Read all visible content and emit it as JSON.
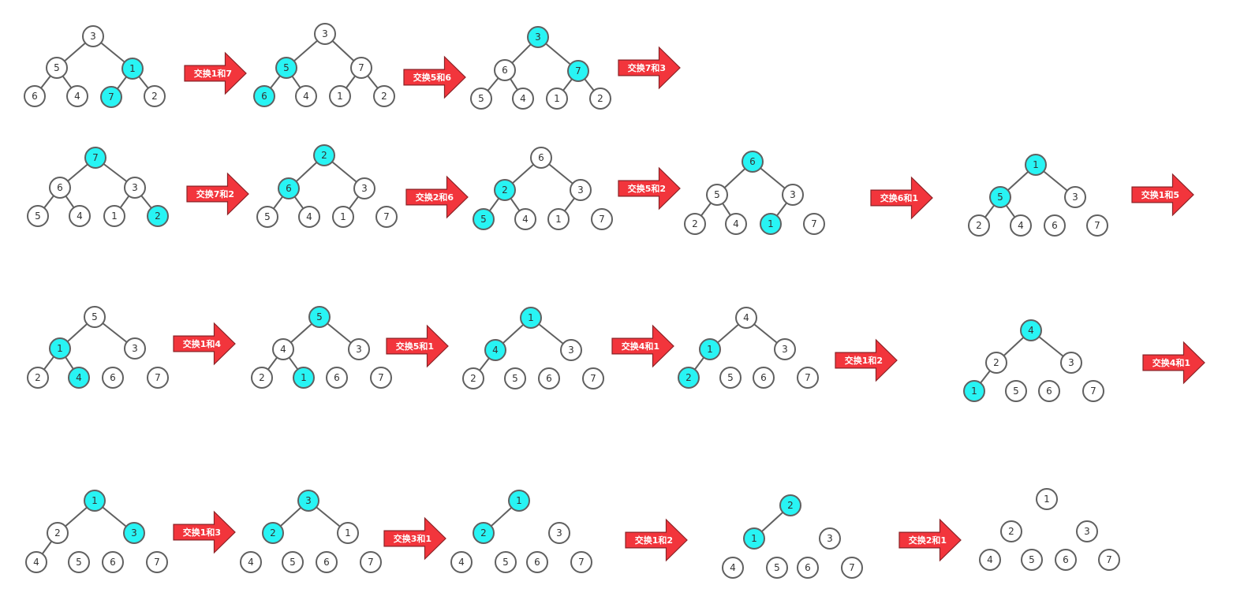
{
  "colors": {
    "highlight": "#28f4f4",
    "node_fill": "#ffffff",
    "edge": "#606060",
    "arrow_fill": "#f2353c"
  },
  "steps": [
    {
      "id": "r1-s1",
      "values": [
        "3",
        "5",
        "1",
        "6",
        "4",
        "7",
        "2"
      ],
      "highlighted": [
        2,
        5
      ],
      "edges": [
        [
          0,
          1
        ],
        [
          0,
          2
        ],
        [
          1,
          3
        ],
        [
          1,
          4
        ],
        [
          2,
          5
        ],
        [
          2,
          6
        ]
      ]
    },
    {
      "id": "r1-s2",
      "values": [
        "3",
        "5",
        "7",
        "6",
        "4",
        "1",
        "2"
      ],
      "highlighted": [
        1,
        3
      ],
      "edges": [
        [
          0,
          1
        ],
        [
          0,
          2
        ],
        [
          1,
          3
        ],
        [
          1,
          4
        ],
        [
          2,
          5
        ],
        [
          2,
          6
        ]
      ]
    },
    {
      "id": "r1-s3",
      "values": [
        "3",
        "6",
        "7",
        "5",
        "4",
        "1",
        "2"
      ],
      "highlighted": [
        0,
        2
      ],
      "edges": [
        [
          0,
          1
        ],
        [
          0,
          2
        ],
        [
          1,
          3
        ],
        [
          1,
          4
        ],
        [
          2,
          5
        ],
        [
          2,
          6
        ]
      ]
    },
    {
      "id": "r2-s1",
      "values": [
        "7",
        "6",
        "3",
        "5",
        "4",
        "1",
        "2"
      ],
      "highlighted": [
        0,
        6
      ],
      "edges": [
        [
          0,
          1
        ],
        [
          0,
          2
        ],
        [
          1,
          3
        ],
        [
          1,
          4
        ],
        [
          2,
          5
        ],
        [
          2,
          6
        ]
      ]
    },
    {
      "id": "r2-s2",
      "values": [
        "2",
        "6",
        "3",
        "5",
        "4",
        "1",
        "7"
      ],
      "highlighted": [
        0,
        1
      ],
      "edges": [
        [
          0,
          1
        ],
        [
          0,
          2
        ],
        [
          1,
          3
        ],
        [
          1,
          4
        ],
        [
          2,
          5
        ]
      ]
    },
    {
      "id": "r2-s3",
      "values": [
        "6",
        "2",
        "3",
        "5",
        "4",
        "1",
        "7"
      ],
      "highlighted": [
        1,
        3
      ],
      "edges": [
        [
          0,
          1
        ],
        [
          0,
          2
        ],
        [
          1,
          3
        ],
        [
          1,
          4
        ],
        [
          2,
          5
        ]
      ]
    },
    {
      "id": "r2-s4",
      "values": [
        "6",
        "5",
        "3",
        "2",
        "4",
        "1",
        "7"
      ],
      "highlighted": [
        0,
        5
      ],
      "edges": [
        [
          0,
          1
        ],
        [
          0,
          2
        ],
        [
          1,
          3
        ],
        [
          1,
          4
        ],
        [
          2,
          5
        ]
      ]
    },
    {
      "id": "r2-s5",
      "values": [
        "1",
        "5",
        "3",
        "2",
        "4",
        "6",
        "7"
      ],
      "highlighted": [
        0,
        1
      ],
      "edges": [
        [
          0,
          1
        ],
        [
          0,
          2
        ],
        [
          1,
          3
        ],
        [
          1,
          4
        ]
      ]
    },
    {
      "id": "r3-s1",
      "values": [
        "5",
        "1",
        "3",
        "2",
        "4",
        "6",
        "7"
      ],
      "highlighted": [
        1,
        4
      ],
      "edges": [
        [
          0,
          1
        ],
        [
          0,
          2
        ],
        [
          1,
          3
        ],
        [
          1,
          4
        ]
      ]
    },
    {
      "id": "r3-s2",
      "values": [
        "5",
        "4",
        "3",
        "2",
        "1",
        "6",
        "7"
      ],
      "highlighted": [
        0,
        4
      ],
      "edges": [
        [
          0,
          1
        ],
        [
          0,
          2
        ],
        [
          1,
          3
        ],
        [
          1,
          4
        ]
      ]
    },
    {
      "id": "r3-s3",
      "values": [
        "1",
        "4",
        "3",
        "2",
        "5",
        "6",
        "7"
      ],
      "highlighted": [
        0,
        1
      ],
      "edges": [
        [
          0,
          1
        ],
        [
          0,
          2
        ],
        [
          1,
          3
        ]
      ]
    },
    {
      "id": "r3-s4",
      "values": [
        "4",
        "1",
        "3",
        "2",
        "5",
        "6",
        "7"
      ],
      "highlighted": [
        1,
        3
      ],
      "edges": [
        [
          0,
          1
        ],
        [
          0,
          2
        ],
        [
          1,
          3
        ]
      ]
    },
    {
      "id": "r3-s5",
      "values": [
        "4",
        "2",
        "3",
        "1",
        "5",
        "6",
        "7"
      ],
      "highlighted": [
        0,
        3
      ],
      "edges": [
        [
          0,
          1
        ],
        [
          0,
          2
        ],
        [
          1,
          3
        ]
      ]
    },
    {
      "id": "r4-s1",
      "values": [
        "1",
        "2",
        "3",
        "4",
        "5",
        "6",
        "7"
      ],
      "highlighted": [
        0,
        2
      ],
      "edges": [
        [
          0,
          1
        ],
        [
          0,
          2
        ],
        [
          1,
          3
        ]
      ]
    },
    {
      "id": "r4-s2",
      "values": [
        "3",
        "2",
        "1",
        "4",
        "5",
        "6",
        "7"
      ],
      "highlighted": [
        0,
        1
      ],
      "edges": [
        [
          0,
          1
        ],
        [
          0,
          2
        ]
      ]
    },
    {
      "id": "r4-s3",
      "values": [
        "1",
        "2",
        "3",
        "4",
        "5",
        "6",
        "7"
      ],
      "highlighted": [
        0,
        1
      ],
      "edges": [
        [
          0,
          1
        ]
      ]
    },
    {
      "id": "r4-s4",
      "values": [
        "2",
        "1",
        "3",
        "4",
        "5",
        "6",
        "7"
      ],
      "highlighted": [
        0,
        1
      ],
      "edges": [
        [
          0,
          1
        ]
      ]
    },
    {
      "id": "r4-s5",
      "values": [
        "1",
        "2",
        "3",
        "4",
        "5",
        "6",
        "7"
      ],
      "highlighted": [],
      "edges": []
    }
  ],
  "arrows": [
    {
      "id": "a-r1-1",
      "label": "交换1和7"
    },
    {
      "id": "a-r1-2",
      "label": "交换5和6"
    },
    {
      "id": "a-r1-3",
      "label": "交换7和3"
    },
    {
      "id": "a-r2-1",
      "label": "交换7和2"
    },
    {
      "id": "a-r2-2",
      "label": "交换2和6"
    },
    {
      "id": "a-r2-3",
      "label": "交换5和2"
    },
    {
      "id": "a-r2-4",
      "label": "交换6和1"
    },
    {
      "id": "a-r2-5",
      "label": "交换1和5"
    },
    {
      "id": "a-r3-1",
      "label": "交换1和4"
    },
    {
      "id": "a-r3-2",
      "label": "交换5和1"
    },
    {
      "id": "a-r3-3",
      "label": "交换4和1"
    },
    {
      "id": "a-r3-4",
      "label": "交换1和2"
    },
    {
      "id": "a-r3-5",
      "label": "交换4和1"
    },
    {
      "id": "a-r4-1",
      "label": "交换1和3"
    },
    {
      "id": "a-r4-2",
      "label": "交换3和1"
    },
    {
      "id": "a-r4-3",
      "label": "交换1和2"
    },
    {
      "id": "a-r4-4",
      "label": "交换2和1"
    }
  ]
}
